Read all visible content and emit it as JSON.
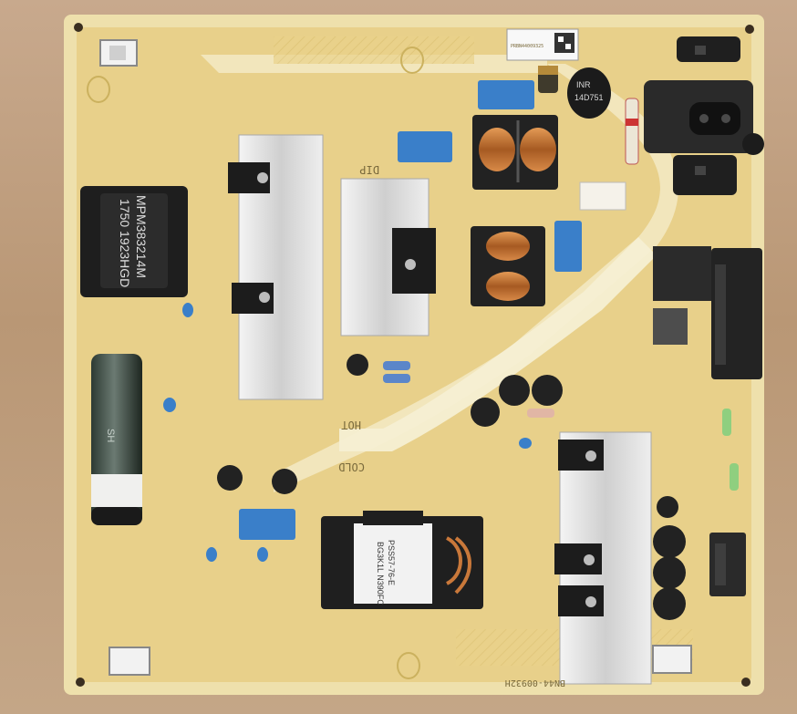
{
  "board": {
    "silkscreen": {
      "hot": "HOT",
      "cold": "COLD",
      "dip": "DIP"
    },
    "transformer_main_label": {
      "line1": "MPM383214M",
      "line2": "1750 1923HGD"
    },
    "ntc_label": {
      "line1": "INR",
      "line2": "14D751"
    },
    "small_transformer_label": {
      "line1": "PSS57-76-E",
      "line2": "BG3K1L N390FC"
    },
    "part_number_bottom": "BN44-00932H",
    "qr_sticker_text": "PRBN44009325"
  },
  "colors": {
    "pcb": "#e9d28a",
    "pcb_light": "#efe0a8",
    "heatsink": "#dcdcdc",
    "capacitor_blue": "#3a7fc9",
    "copper": "#c9783a"
  },
  "icons": {
    "grounding_hand": "hand-symbol-icon",
    "recycle": "recycle-icon"
  }
}
